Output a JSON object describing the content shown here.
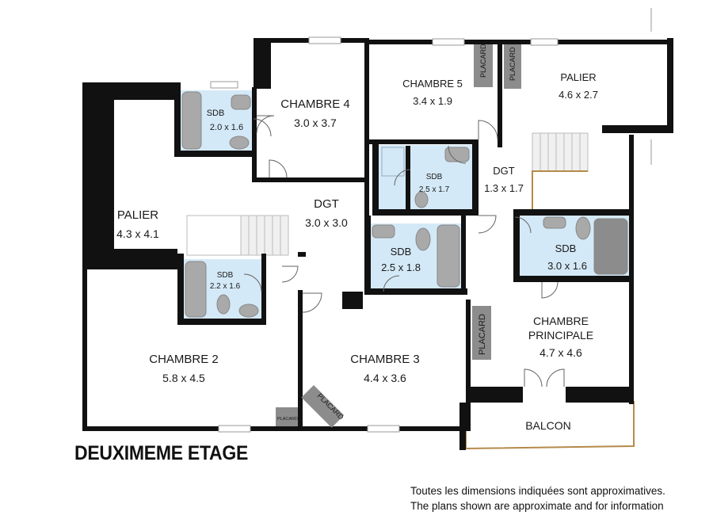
{
  "plan": {
    "title": "DEUXIMEME ETAGE",
    "disclaimer": [
      "Toutes les dimensions indiquées sont approximatives.",
      "The plans shown are approximate and for information"
    ],
    "rooms": [
      {
        "id": "chambre-4",
        "name": "CHAMBRE 4",
        "size": "3.0 x 3.7"
      },
      {
        "id": "chambre-5",
        "name": "CHAMBRE 5",
        "size": "3.4 x 1.9"
      },
      {
        "id": "palier-top",
        "name": "PALIER",
        "size": "4.6 x 2.7"
      },
      {
        "id": "sdb-top-left",
        "name": "SDB",
        "size": "2.0 x 1.6"
      },
      {
        "id": "sdb-center",
        "name": "SDB",
        "size": "2.5 x 1.7"
      },
      {
        "id": "dgt-small",
        "name": "DGT",
        "size": "1.3 x 1.7"
      },
      {
        "id": "palier-left",
        "name": "PALIER",
        "size": "4.3 x 4.1"
      },
      {
        "id": "dgt-main",
        "name": "DGT",
        "size": "3.0 x 3.0"
      },
      {
        "id": "sdb-mid",
        "name": "SDB",
        "size": "2.5 x 1.8"
      },
      {
        "id": "sdb-right",
        "name": "SDB",
        "size": "3.0 x 1.6"
      },
      {
        "id": "sdb-lower-left",
        "name": "SDB",
        "size": "2.2 x 1.6"
      },
      {
        "id": "chambre-principale",
        "name": "CHAMBRE PRINCIPALE",
        "name_lines": [
          "CHAMBRE",
          "PRINCIPALE"
        ],
        "size": "4.7 x 4.6"
      },
      {
        "id": "chambre-2",
        "name": "CHAMBRE 2",
        "size": "5.8 x 4.5"
      },
      {
        "id": "chambre-3",
        "name": "CHAMBRE 3",
        "size": "4.4 x 3.6"
      },
      {
        "id": "balcon",
        "name": "BALCON",
        "size": ""
      }
    ],
    "closets": [
      {
        "id": "placard-1",
        "label": "PLACARD"
      },
      {
        "id": "placard-2",
        "label": "PLACARD"
      },
      {
        "id": "placard-3",
        "label": "PLACARD"
      },
      {
        "id": "placard-4",
        "label": "PLACARD"
      },
      {
        "id": "placard-5",
        "label": "PLACARD"
      }
    ],
    "colors": {
      "wall": "#111111",
      "bathroom_floor": "#d4e9f7",
      "closet": "#8c8c8c",
      "fixture": "#a9a9a9",
      "stair": "#f0f0f0",
      "balcon_edge": "#b58a4a"
    }
  }
}
